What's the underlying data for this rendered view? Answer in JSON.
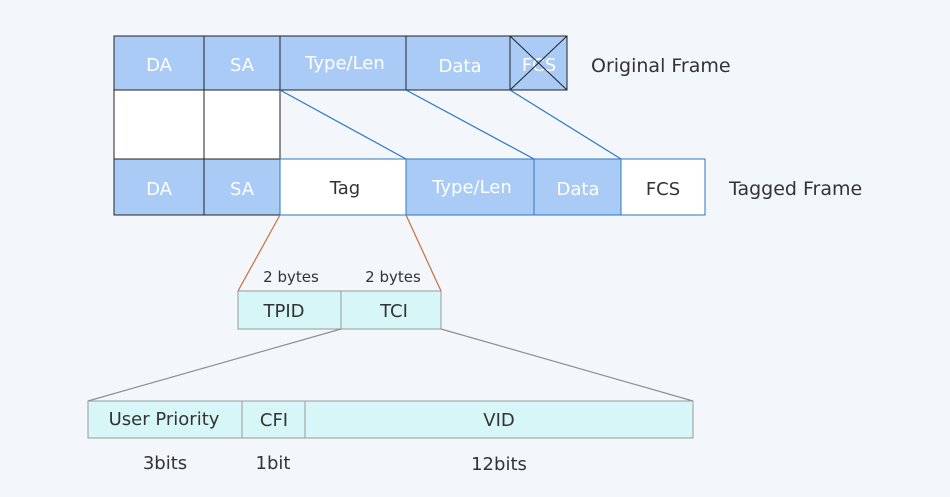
{
  "original_frame": {
    "label": "Original Frame",
    "fields": [
      "DA",
      "SA",
      "Type/Len",
      "Data",
      "FCS"
    ]
  },
  "tagged_frame": {
    "label": "Tagged Frame",
    "fields": [
      "DA",
      "SA",
      "Tag",
      "Type/Len",
      "Data",
      "FCS"
    ]
  },
  "tag": {
    "fields": [
      "TPID",
      "TCI"
    ],
    "sizes": [
      "2 bytes",
      "2 bytes"
    ]
  },
  "tci": {
    "fields": [
      "User Priority",
      "CFI",
      "VID"
    ],
    "sizes": [
      "3bits",
      "1bit",
      "12bits"
    ]
  },
  "colors": {
    "blue_fill": "#a9cbf5",
    "tagged_outline": "#2a78c4",
    "cyan_fill": "#d6f6f8",
    "orange_line": "#c8703a",
    "gray_line": "#8f8f8f"
  }
}
